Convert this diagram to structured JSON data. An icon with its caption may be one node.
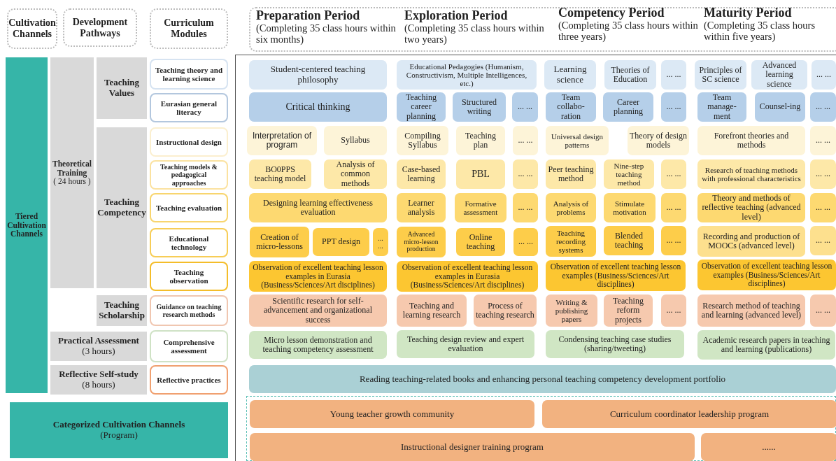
{
  "diagram": {
    "nodes": [
      {
        "text": [
          "Cultivation Channels"
        ]
      },
      {
        "text": [
          "Development Pathways"
        ]
      },
      {
        "text": [
          "Curriculum Modules"
        ]
      },
      {
        "text": [
          "Preparation Period",
          "(Completing 35 class hours within six months)"
        ]
      },
      {
        "text": [
          "Exploration Period",
          "(Completing 35 class hours within two years)"
        ]
      },
      {
        "text": [
          "Competency Period",
          "(Completing 35 class hours within three years)"
        ]
      },
      {
        "text": [
          "Maturity Period",
          "(Completing 35 class hours within five years)"
        ]
      },
      {
        "text": [
          "Tiered Cultivation Channels"
        ]
      },
      {
        "text": [
          "Theoretical Training",
          "( 24 hours )"
        ]
      },
      {
        "text": [
          "Teaching Values"
        ]
      },
      {
        "text": [
          "Teaching Competency"
        ]
      },
      {
        "text": [
          "Teaching Scholarship"
        ]
      },
      {
        "text": [
          "Practical Assessment",
          "(3 hours)"
        ]
      },
      {
        "text": [
          "Reflective Self-study",
          "(8 hours)"
        ]
      },
      {
        "text": [
          "Categorized Cultivation Channels",
          "(Program)"
        ]
      },
      {
        "text": [
          "Teaching theory and learning science"
        ]
      },
      {
        "text": [
          "Eurasian general literacy"
        ]
      },
      {
        "text": [
          "Instructional design"
        ]
      },
      {
        "text": [
          "Teaching models & pedagogical approaches"
        ]
      },
      {
        "text": [
          "Teaching evaluation"
        ]
      },
      {
        "text": [
          "Educational technology"
        ]
      },
      {
        "text": [
          "Teaching observation"
        ]
      },
      {
        "text": [
          "Guidance on teaching research methods"
        ]
      },
      {
        "text": [
          "Comprehensive assessment"
        ]
      },
      {
        "text": [
          "Reflective practices"
        ]
      },
      {
        "text": [
          "Student-centered teaching philosophy"
        ]
      },
      {
        "text": [
          "Educational Pedagogies (Humanism, Constructivism, Multiple Intelligences, etc.)"
        ]
      },
      {
        "text": [
          "Learning science"
        ]
      },
      {
        "text": [
          "Theories of Education"
        ]
      },
      {
        "text": [
          "... ..."
        ]
      },
      {
        "text": [
          "Principles of SC science"
        ]
      },
      {
        "text": [
          "Advanced learning science"
        ]
      },
      {
        "text": [
          "... ..."
        ]
      },
      {
        "text": [
          "Critical thinking"
        ]
      },
      {
        "text": [
          "Teaching career planning"
        ]
      },
      {
        "text": [
          "Structured writing"
        ]
      },
      {
        "text": [
          "... ..."
        ]
      },
      {
        "text": [
          "Team collabo-ration"
        ]
      },
      {
        "text": [
          "Career planning"
        ]
      },
      {
        "text": [
          "... ..."
        ]
      },
      {
        "text": [
          "Team manage-ment"
        ]
      },
      {
        "text": [
          "Counsel-ing"
        ]
      },
      {
        "text": [
          "... ..."
        ]
      },
      {
        "text": [
          "Interpretation of program"
        ]
      },
      {
        "text": [
          "Syllabus"
        ]
      },
      {
        "text": [
          "Compiling Syllabus"
        ]
      },
      {
        "text": [
          "Teaching plan"
        ]
      },
      {
        "text": [
          "... ..."
        ]
      },
      {
        "text": [
          "Universal design patterns"
        ]
      },
      {
        "text": [
          "Theory of design models"
        ]
      },
      {
        "text": [
          "Forefront theories and methods"
        ]
      },
      {
        "text": [
          "... ..."
        ]
      },
      {
        "text": [
          "BO0PPS teaching model"
        ]
      },
      {
        "text": [
          "Analysis of common methods"
        ]
      },
      {
        "text": [
          "Case-based learning"
        ]
      },
      {
        "text": [
          "PBL"
        ]
      },
      {
        "text": [
          "... ..."
        ]
      },
      {
        "text": [
          "Peer teaching method"
        ]
      },
      {
        "text": [
          "Nine-step teaching method"
        ]
      },
      {
        "text": [
          "... ..."
        ]
      },
      {
        "text": [
          "Research of teaching methods with professional characteristics"
        ]
      },
      {
        "text": [
          "... ..."
        ]
      },
      {
        "text": [
          "Designing learning effectiveness evaluation"
        ]
      },
      {
        "text": [
          "Learner analysis"
        ]
      },
      {
        "text": [
          "Formative assessment"
        ]
      },
      {
        "text": [
          "... ..."
        ]
      },
      {
        "text": [
          "Analysis of problems"
        ]
      },
      {
        "text": [
          "Stimulate motivation"
        ]
      },
      {
        "text": [
          "... ..."
        ]
      },
      {
        "text": [
          "Theory and methods of reflective teaching (advanced level)"
        ]
      },
      {
        "text": [
          "... ..."
        ]
      },
      {
        "text": [
          "Creation of micro-lessons"
        ]
      },
      {
        "text": [
          "PPT design"
        ]
      },
      {
        "text": [
          "... ..."
        ]
      },
      {
        "text": [
          "Advanced micro-lesson production"
        ]
      },
      {
        "text": [
          "Online teaching"
        ]
      },
      {
        "text": [
          "... ..."
        ]
      },
      {
        "text": [
          "Teaching recording systems"
        ]
      },
      {
        "text": [
          "Blended teaching"
        ]
      },
      {
        "text": [
          "... ..."
        ]
      },
      {
        "text": [
          "Recording and production of MOOCs (advanced level)"
        ]
      },
      {
        "text": [
          "... ..."
        ]
      },
      {
        "text": [
          "Observation of excellent teaching lesson examples in Eurasia (Business/Sciences/Art disciplines)"
        ]
      },
      {
        "text": [
          "Observation of excellent teaching lesson examples in Eurasia (Business/Sciences/Art disciplines)"
        ]
      },
      {
        "text": [
          "Observation of excellent teaching lesson examples (Business/Sciences/Art disciplines)"
        ]
      },
      {
        "text": [
          "Observation of excellent teaching lesson examples (Business/Sciences/Art disciplines)"
        ]
      },
      {
        "text": [
          "Scientific research for self-advancement and organizational success"
        ]
      },
      {
        "text": [
          "Teaching and learning research"
        ]
      },
      {
        "text": [
          "Process of teaching research"
        ]
      },
      {
        "text": [
          "Writing & publishing papers"
        ]
      },
      {
        "text": [
          "Teaching reform projects"
        ]
      },
      {
        "text": [
          "... ..."
        ]
      },
      {
        "text": [
          "Research method of teaching and learning (advanced level)"
        ]
      },
      {
        "text": [
          "... ..."
        ]
      },
      {
        "text": [
          "Micro lesson demonstration and teaching competency assessment"
        ]
      },
      {
        "text": [
          "Teaching design review and expert evaluation"
        ]
      },
      {
        "text": [
          "Condensing teaching case studies (sharing/tweeting)"
        ]
      },
      {
        "text": [
          "Academic research papers in teaching and learning (publications)"
        ]
      },
      {
        "text": [
          "Reading teaching-related books and enhancing personal teaching competency development portfolio"
        ]
      },
      {
        "text": [],
        "shape": "box"
      },
      {
        "text": [
          "Young teacher growth community"
        ],
        "in": 99
      },
      {
        "text": [
          "Curriculum coordinator leadership program"
        ],
        "in": 99
      },
      {
        "text": [
          "Instructional designer training program"
        ],
        "in": 99
      },
      {
        "text": [
          "......"
        ],
        "in": 99
      }
    ],
    "edges": []
  }
}
